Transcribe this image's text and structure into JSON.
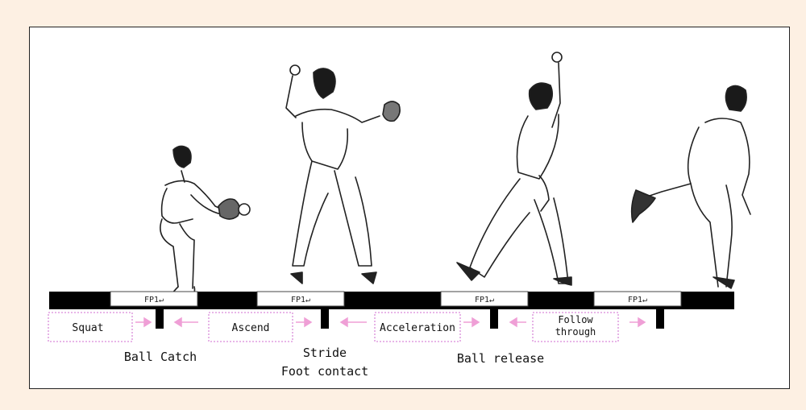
{
  "colors": {
    "background": "#fdf0e3",
    "panel": "#ffffff",
    "phase_box_border": "#d98ad9",
    "arrow": "#ef9fd6",
    "bar": "#000000"
  },
  "fp_labels": [
    "FP1↵",
    "FP1↵",
    "FP1↵",
    "FP1↵"
  ],
  "phases": [
    "Squat",
    "Ascend",
    "Acceleration",
    "Follow through"
  ],
  "events": {
    "ball_catch": "Ball Catch",
    "stride": "Stride",
    "foot_contact": "Foot contact",
    "ball_release": "Ball release"
  },
  "figures": [
    "catcher-squat-figure",
    "catcher-ascend-figure",
    "catcher-acceleration-figure",
    "catcher-follow-through-figure"
  ]
}
